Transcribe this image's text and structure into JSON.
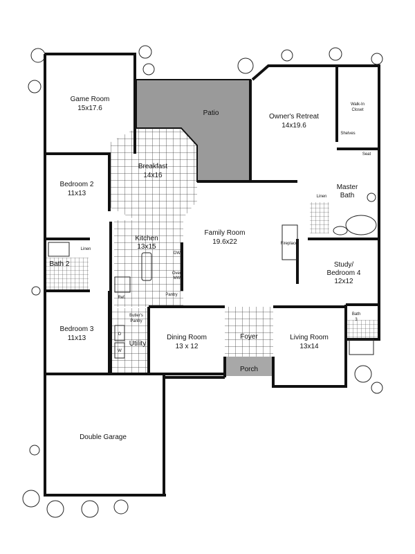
{
  "rooms": {
    "game_room": {
      "name": "Game Room",
      "size": "15x17.6"
    },
    "patio": {
      "name": "Patio"
    },
    "owners_retreat": {
      "name": "Owner's Retreat",
      "size": "14x19.6"
    },
    "walk_in_closet": {
      "line1": "Walk-In",
      "line2": "Closet"
    },
    "shelves": {
      "name": "Shelves"
    },
    "seat": {
      "name": "Seat"
    },
    "breakfast": {
      "name": "Breakfast",
      "size": "14x16"
    },
    "bedroom2": {
      "name": "Bedroom 2",
      "size": "11x13"
    },
    "master_bath": {
      "line1": "Master",
      "line2": "Bath"
    },
    "linen_master": {
      "name": "Linen"
    },
    "kitchen": {
      "name": "Kitchen",
      "size": "13x15"
    },
    "family_room": {
      "name": "Family Room",
      "size": "19.6x22"
    },
    "fireplace": {
      "name": "Fireplace"
    },
    "linen2": {
      "name": "Linen"
    },
    "bath2": {
      "name": "Bath 2"
    },
    "dw": {
      "name": "DW"
    },
    "oven_mw": {
      "line1": "Oven",
      "line2": "MW"
    },
    "ref": {
      "name": "Ref."
    },
    "pantry": {
      "name": "Pantry"
    },
    "study": {
      "line1": "Study/",
      "line2": "Bedroom 4",
      "size": "12x12"
    },
    "butlers_pantry": {
      "line1": "Butler's",
      "line2": "Pantry"
    },
    "bedroom3": {
      "name": "Bedroom 3",
      "size": "11x13"
    },
    "utility": {
      "name": "Utility",
      "dryer": "D",
      "washer": "W"
    },
    "dining_room": {
      "name": "Dining Room",
      "size": "13 x 12"
    },
    "foyer": {
      "name": "Foyer"
    },
    "porch": {
      "name": "Porch"
    },
    "living_room": {
      "name": "Living Room",
      "size": "13x14"
    },
    "bath3": {
      "line1": "Bath",
      "line2": "3"
    },
    "double_garage": {
      "name": "Double Garage"
    }
  },
  "colors": {
    "wall": "#111111",
    "patio": "#9a9a9a",
    "porch": "#a8a8a8"
  }
}
